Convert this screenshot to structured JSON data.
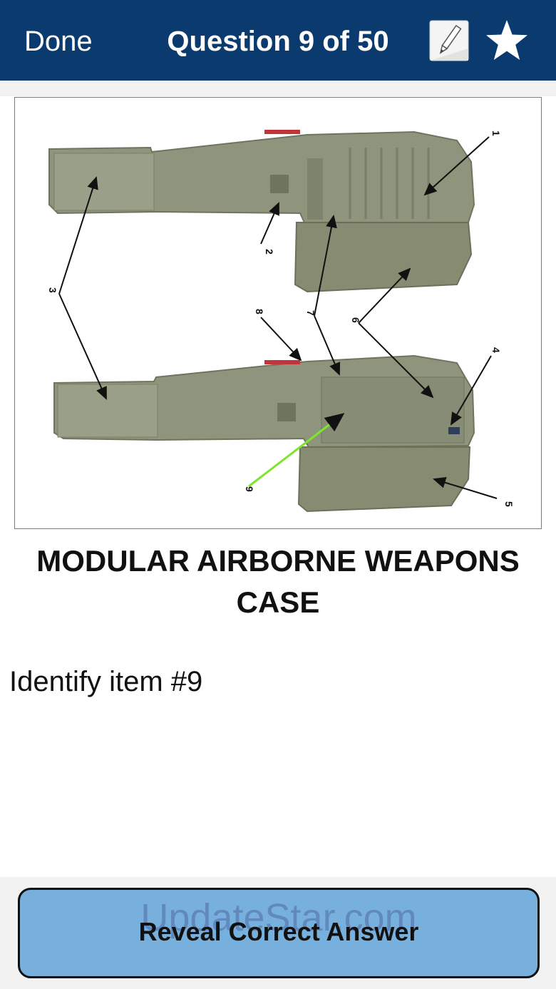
{
  "navbar": {
    "done_label": "Done",
    "title": "Question 9 of 50",
    "notes_icon": "pencil-note-icon",
    "favorite_icon": "star-icon"
  },
  "figure": {
    "callouts": [
      "1",
      "2",
      "3",
      "4",
      "5",
      "6",
      "7",
      "8",
      "9"
    ],
    "highlighted_callout": "9",
    "highlight_color": "#7ee52a"
  },
  "case_title": "MODULAR AIRBORNE WEAPONS CASE",
  "question_text": "Identify item #9",
  "reveal_button": {
    "label": "Reveal Correct Answer",
    "watermark": "UpdateStar.com"
  },
  "colors": {
    "navbar": "#0b3a6e",
    "button": "#77b0dc",
    "case_fabric": "#8f957c"
  }
}
